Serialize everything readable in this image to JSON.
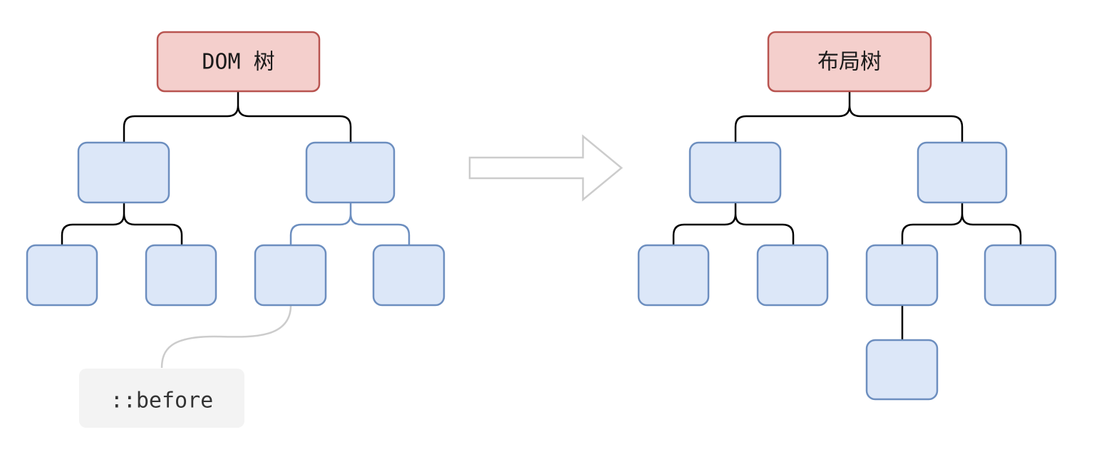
{
  "left_tree": {
    "root_label": "DOM 树",
    "pseudo_element_label": "::before"
  },
  "right_tree": {
    "root_label": "布局树"
  },
  "colors": {
    "root_fill": "#f4cfcc",
    "root_stroke": "#b85450",
    "node_fill": "#dce7f8",
    "node_stroke": "#6c8ebf",
    "edge": "#000000",
    "pseudo_edge": "#6c8ebf",
    "annotation_edge": "#cccccc",
    "code_bg": "#f3f3f3",
    "arrow_stroke": "#cccccc"
  }
}
